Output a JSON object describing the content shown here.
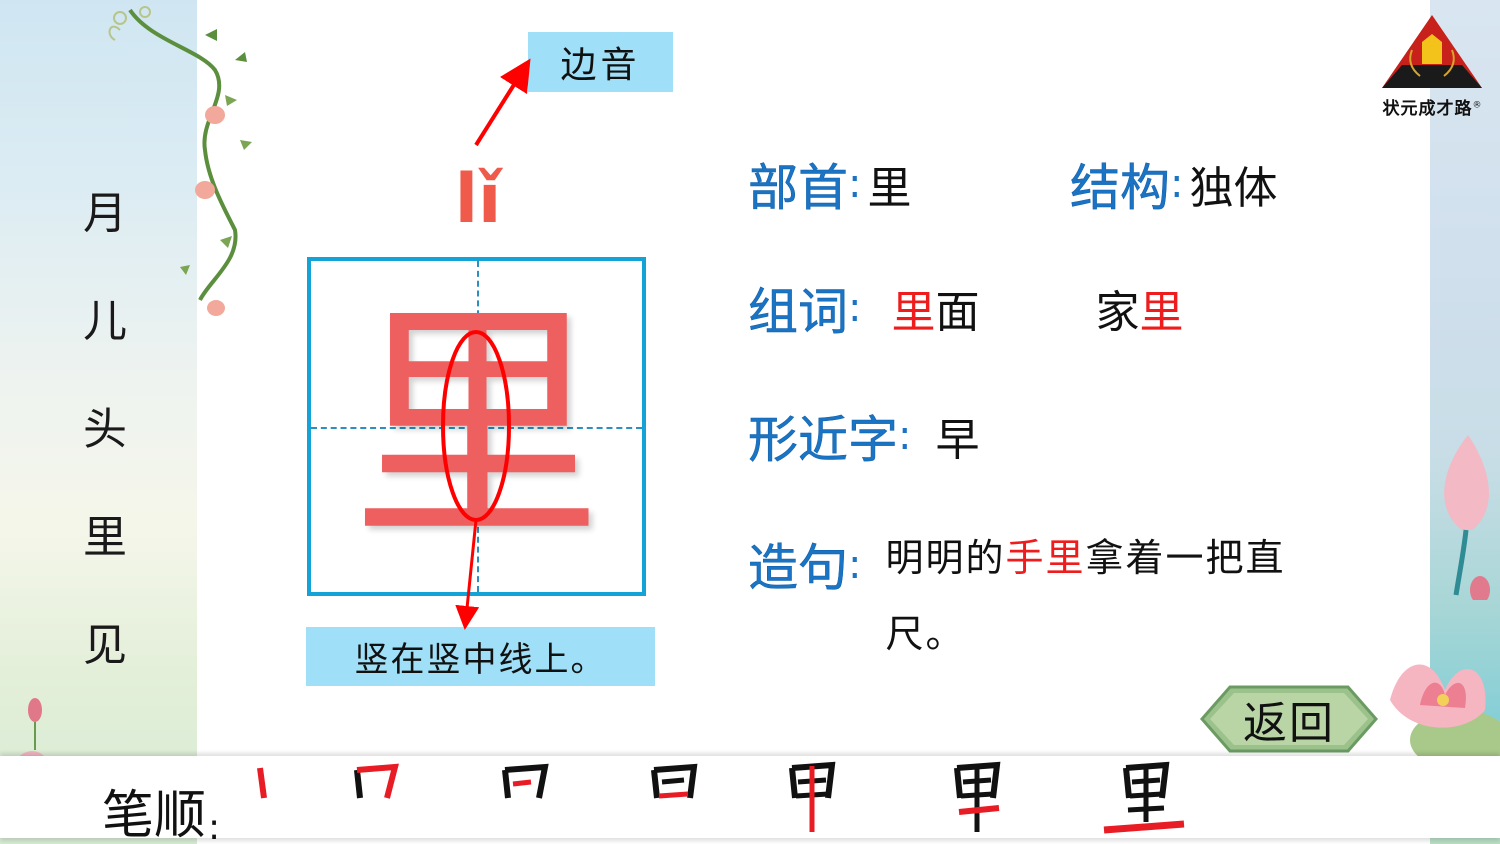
{
  "side_words": [
    "月",
    "儿",
    "头",
    "里",
    "见"
  ],
  "logo": {
    "text": "状元成才路",
    "registered": "®"
  },
  "character": {
    "glyph": "里",
    "pinyin": "lǐ",
    "pinyin_note": "边音",
    "stroke_note": "竖在竖中线上。",
    "colors": {
      "glyph": "#ee5f5f",
      "pinyin": "#f05a4a",
      "grid_border": "#13a3d6",
      "callout_bg": "#9fdff7",
      "arrow": "#ff0000"
    }
  },
  "info": {
    "radical": {
      "label": "部首",
      "colon": ":",
      "value": "里"
    },
    "structure": {
      "label": "结构",
      "colon": ":",
      "value": "独体"
    },
    "words": {
      "label": "组词",
      "colon": ":",
      "items": [
        {
          "highlight": "里",
          "rest": "面",
          "highlight_first": true
        },
        {
          "rest": "家",
          "highlight": "里",
          "highlight_first": false
        }
      ]
    },
    "similar": {
      "label": "形近字",
      "colon": ":",
      "value": "早"
    },
    "sentence": {
      "label": "造句",
      "colon": ":",
      "before": "明明的",
      "highlight": "手里",
      "after": "拿着一把直尺。"
    },
    "label_color": "#1a73c3",
    "highlight_color": "#ee1c1c"
  },
  "back_button": {
    "label": "返回"
  },
  "stroke_order": {
    "label": "笔顺",
    "colon": ":",
    "steps": 7,
    "final_glyph": "里"
  }
}
